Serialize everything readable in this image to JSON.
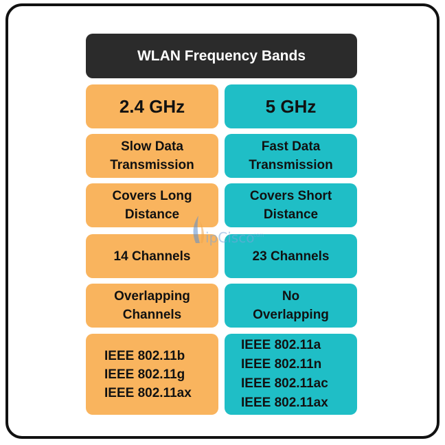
{
  "title": "WLAN Frequency Bands",
  "columns": [
    {
      "header": "2.4 GHz",
      "rows": [
        [
          "Slow Data",
          "Transmission"
        ],
        [
          "Covers Long",
          "Distance"
        ],
        [
          "14 Channels"
        ],
        [
          "Overlapping",
          "Channels"
        ],
        [
          "IEEE 802.11b",
          "IEEE 802.11g",
          "IEEE 802.11ax"
        ]
      ]
    },
    {
      "header": "5 GHz",
      "rows": [
        [
          "Fast Data",
          "Transmission"
        ],
        [
          "Covers Short",
          "Distance"
        ],
        [
          "23 Channels"
        ],
        [
          "No",
          "Overlapping"
        ],
        [
          "IEEE 802.11a",
          "IEEE 802.11n",
          "IEEE 802.11ac",
          "IEEE 802.11ax"
        ]
      ]
    }
  ],
  "watermark": {
    "text": "ipCisco",
    "suffix": ".com"
  },
  "colors": {
    "title_bg": "#2b2b2b",
    "col1": "#f9b45e",
    "col2": "#1fbec6"
  }
}
